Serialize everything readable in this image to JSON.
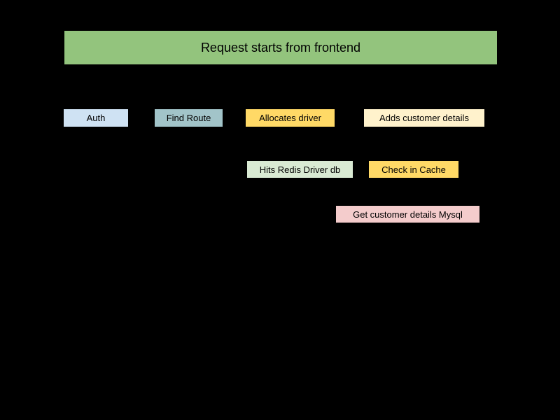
{
  "page": {
    "background_color": "#000000",
    "node_text_color": "#000000"
  },
  "diagram": {
    "title_node": {
      "id": "frontend-banner",
      "label": "Request starts from frontend",
      "color": "#93c47d"
    },
    "nodes": [
      {
        "id": "auth",
        "label": "Auth",
        "color": "#cfe2f3"
      },
      {
        "id": "find-route",
        "label": "Find Route",
        "color": "#a2c4c9"
      },
      {
        "id": "allocates-driver",
        "label": "Allocates driver",
        "color": "#ffd966"
      },
      {
        "id": "adds-customer-details",
        "label": "Adds customer details",
        "color": "#fff2cc"
      },
      {
        "id": "hits-redis-driver-db",
        "label": "Hits Redis Driver db",
        "color": "#d9ead3"
      },
      {
        "id": "check-in-cache",
        "label": "Check in Cache",
        "color": "#ffd966"
      },
      {
        "id": "get-customer-details-mysql",
        "label": "Get customer details Mysql",
        "color": "#f4cccc"
      }
    ]
  }
}
